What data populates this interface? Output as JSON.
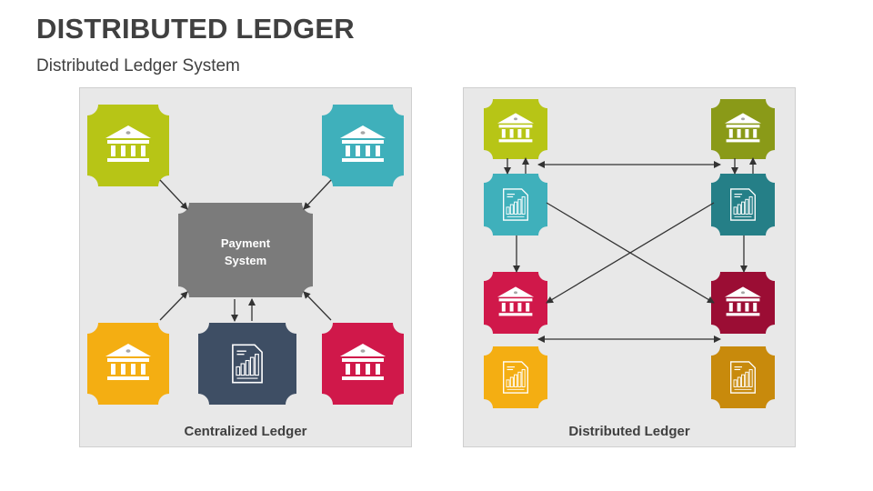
{
  "header": {
    "title": "DISTRIBUTED LEDGER",
    "subtitle": "Distributed Ledger System"
  },
  "centralized": {
    "caption": "Centralized Ledger",
    "hub_label_line1": "Payment",
    "hub_label_line2": "System",
    "colors": {
      "hub": "#7b7b7b",
      "top_left_bank": "#b7c516",
      "top_right_bank": "#3fb0bb",
      "bottom_left_bank": "#f4ae12",
      "bottom_center_ledger": "#3e4e64",
      "bottom_right_bank": "#d0184a"
    }
  },
  "distributed": {
    "caption": "Distributed Ledger",
    "colors": {
      "left_bank_top": "#b7c516",
      "left_ledger_top": "#3fb0bb",
      "left_bank_mid": "#d0184a",
      "left_ledger_bottom": "#f4ae12",
      "right_bank_top": "#8a9a18",
      "right_ledger_top": "#257f87",
      "right_bank_mid": "#9b0d34",
      "right_ledger_bottom": "#c88a0c"
    }
  },
  "icons": [
    "bank-icon",
    "ledger-document-icon"
  ]
}
